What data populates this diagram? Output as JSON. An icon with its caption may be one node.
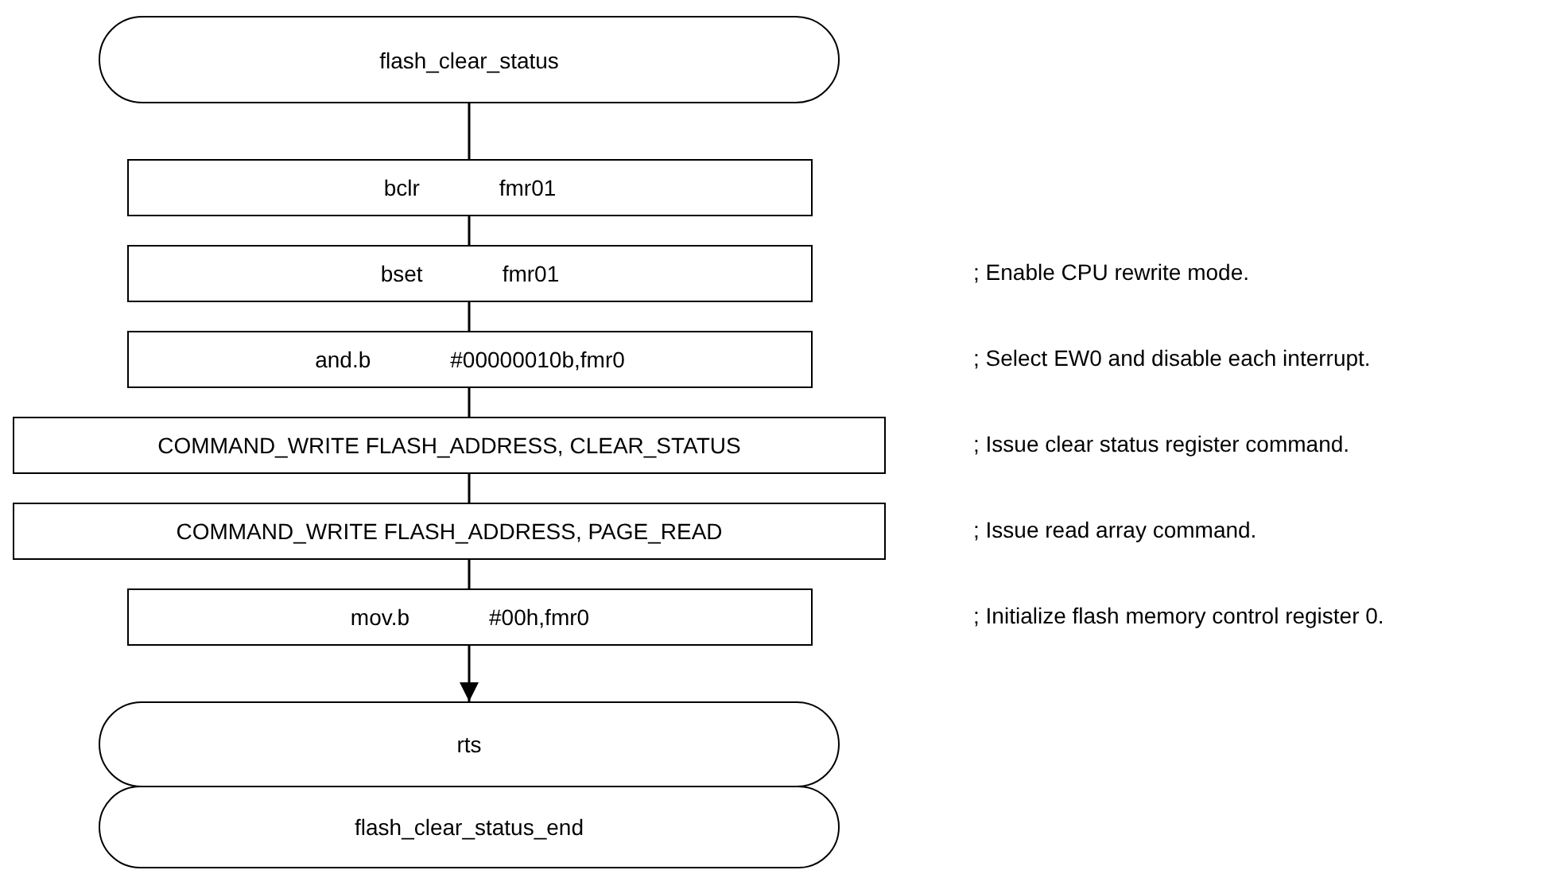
{
  "diagram": {
    "nodes": [
      {
        "text": [
          "flash_clear_status"
        ]
      },
      {
        "text": [
          "bclr",
          "fmr01"
        ]
      },
      {
        "text": [
          "bset",
          "fmr01"
        ]
      },
      {
        "text": [
          "and.b",
          "#00000010b,fmr0"
        ]
      },
      {
        "text": [
          "COMMAND_WRITE FLASH_ADDRESS, CLEAR_STATUS"
        ]
      },
      {
        "text": [
          "COMMAND_WRITE FLASH_ADDRESS, PAGE_READ"
        ]
      },
      {
        "text": [
          "mov.b",
          "#00h,fmr0"
        ]
      },
      {
        "text": [
          "rts"
        ]
      },
      {
        "text": [
          "flash_clear_status_end"
        ]
      }
    ],
    "edges": [
      {
        "from": 0,
        "to": 1,
        "arrow": "none"
      },
      {
        "from": 1,
        "to": 2,
        "arrow": "none"
      },
      {
        "from": 2,
        "to": 3,
        "arrow": "none"
      },
      {
        "from": 3,
        "to": 4,
        "arrow": "none"
      },
      {
        "from": 4,
        "to": 5,
        "arrow": "none"
      },
      {
        "from": 5,
        "to": 6,
        "arrow": "none"
      },
      {
        "from": 6,
        "to": 7,
        "arrow": "to"
      }
    ],
    "labels": [
      "; Enable CPU rewrite mode.",
      "; Select EW0 and disable each interrupt.",
      "; Issue clear status register command.",
      "; Issue read array command.",
      "; Initialize flash memory control register 0."
    ]
  }
}
